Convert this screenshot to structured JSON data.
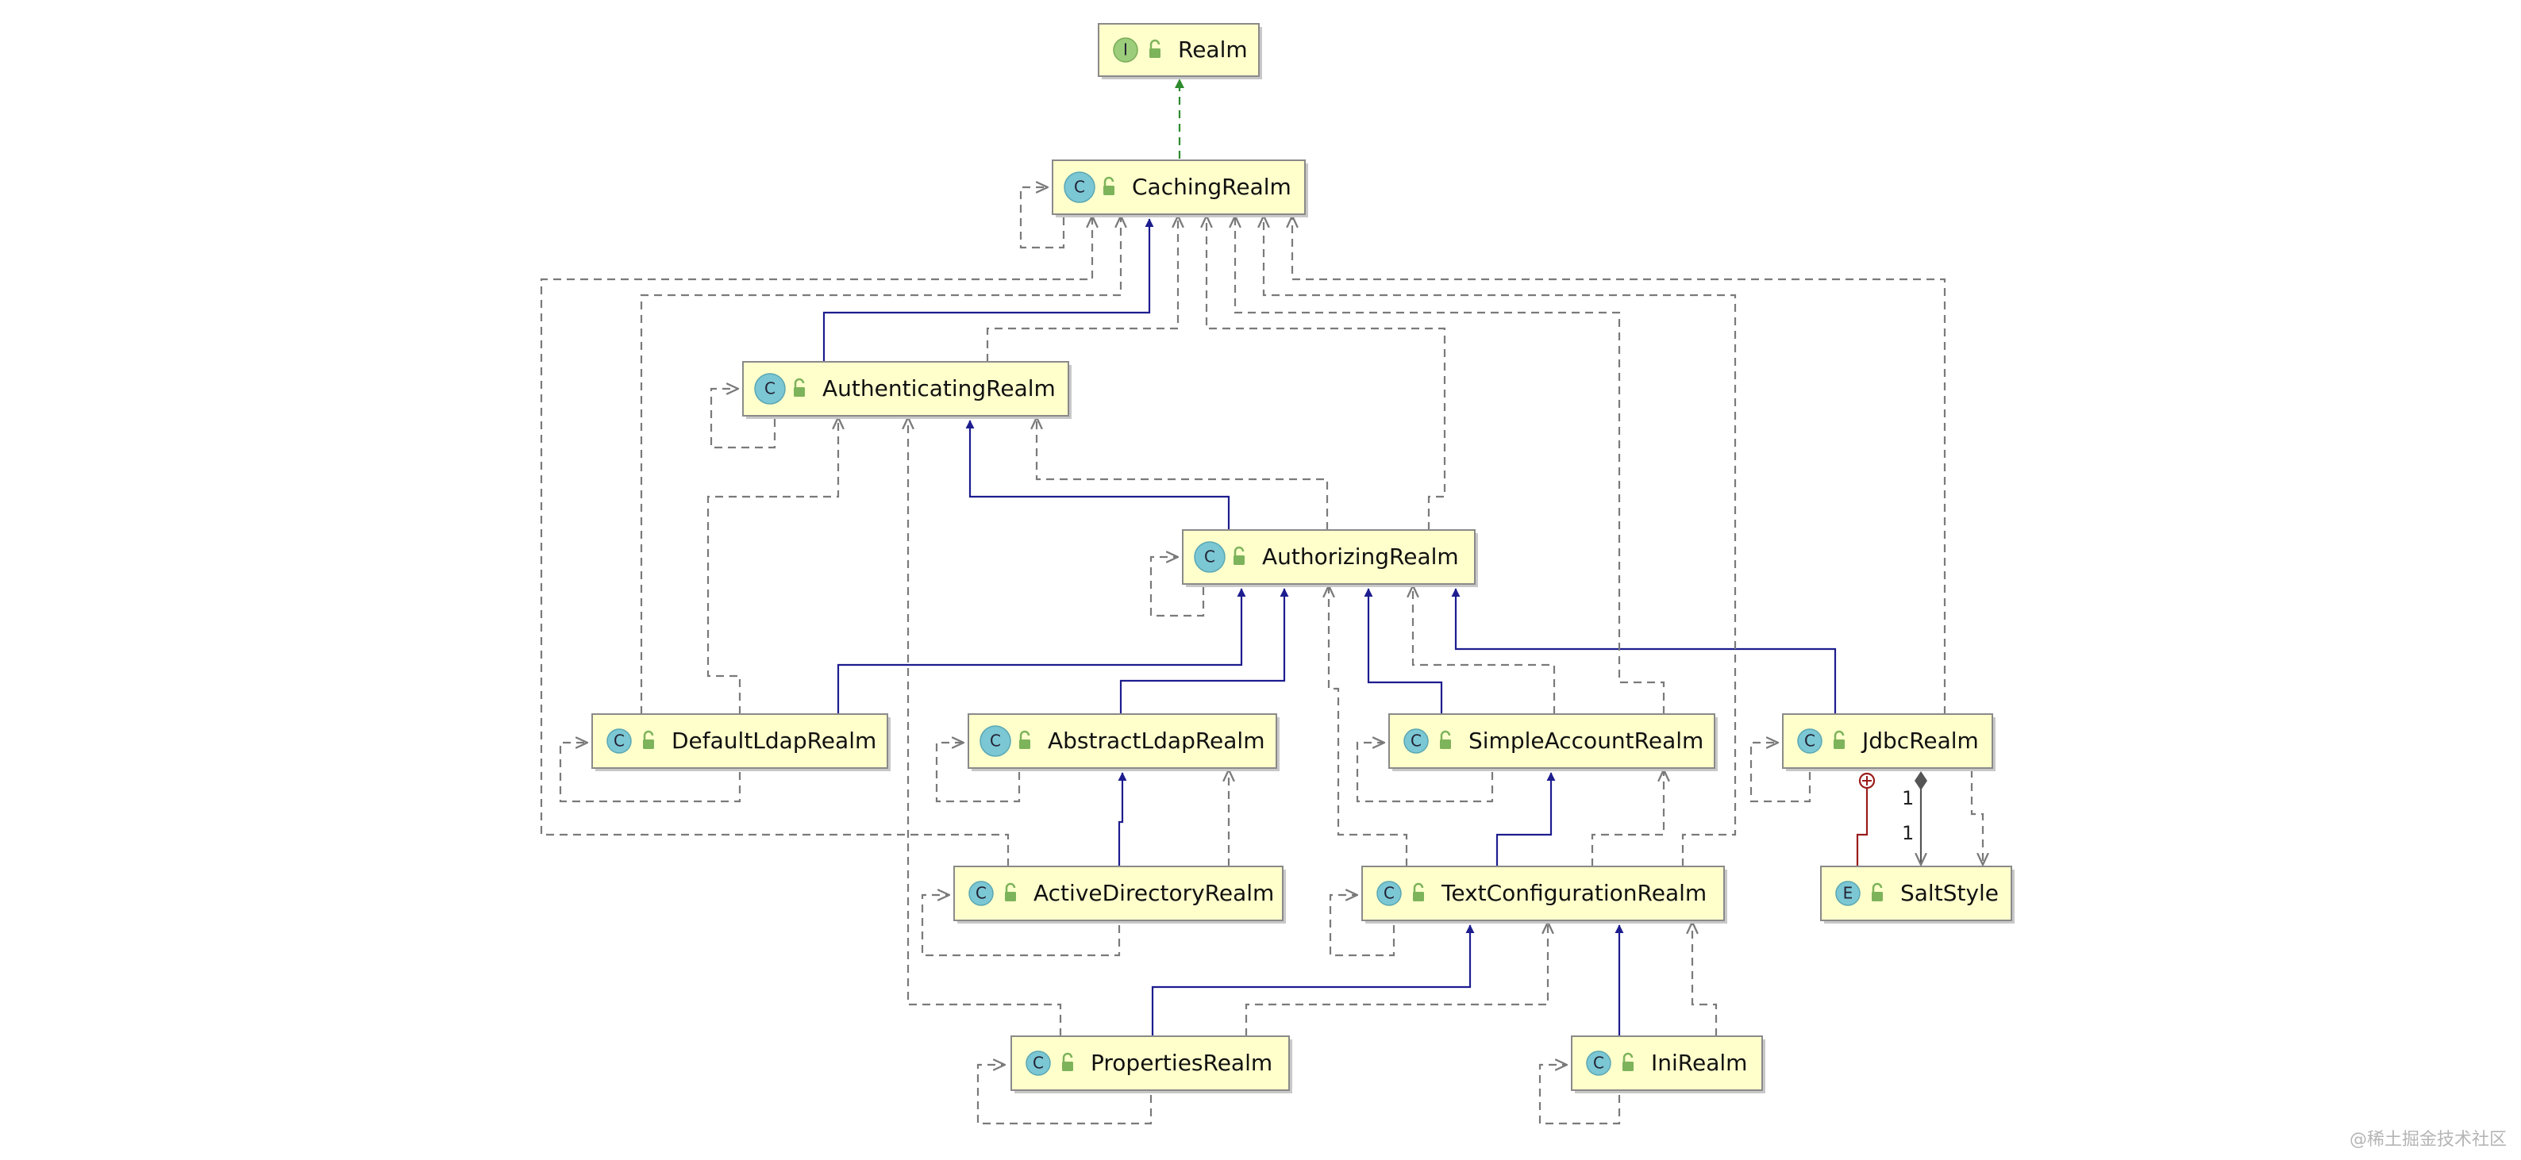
{
  "nodes": [
    {
      "id": "Realm",
      "label": "Realm",
      "kind": "I",
      "abstract": false
    },
    {
      "id": "CachingRealm",
      "label": "CachingRealm",
      "kind": "C",
      "abstract": true
    },
    {
      "id": "AuthenticatingRealm",
      "label": "AuthenticatingRealm",
      "kind": "C",
      "abstract": true
    },
    {
      "id": "AuthorizingRealm",
      "label": "AuthorizingRealm",
      "kind": "C",
      "abstract": true
    },
    {
      "id": "DefaultLdapRealm",
      "label": "DefaultLdapRealm",
      "kind": "C",
      "abstract": false
    },
    {
      "id": "AbstractLdapRealm",
      "label": "AbstractLdapRealm",
      "kind": "C",
      "abstract": true
    },
    {
      "id": "SimpleAccountRealm",
      "label": "SimpleAccountRealm",
      "kind": "C",
      "abstract": false
    },
    {
      "id": "JdbcRealm",
      "label": "JdbcRealm",
      "kind": "C",
      "abstract": false
    },
    {
      "id": "ActiveDirectoryRealm",
      "label": "ActiveDirectoryRealm",
      "kind": "C",
      "abstract": false
    },
    {
      "id": "TextConfigurationRealm",
      "label": "TextConfigurationRealm",
      "kind": "C",
      "abstract": false
    },
    {
      "id": "SaltStyle",
      "label": "SaltStyle",
      "kind": "E",
      "abstract": false
    },
    {
      "id": "PropertiesRealm",
      "label": "PropertiesRealm",
      "kind": "C",
      "abstract": false
    },
    {
      "id": "IniRealm",
      "label": "IniRealm",
      "kind": "C",
      "abstract": false
    }
  ],
  "multiplicity": {
    "source": "1",
    "target": "1"
  },
  "watermark": "@稀土掘金技术社区",
  "colors": {
    "extends": "#1d1d8f",
    "implements": "#2e8b2e",
    "dependency": "#7a7a7a",
    "nested": "#9b1c1c",
    "box_fill": "#ffffcc"
  }
}
